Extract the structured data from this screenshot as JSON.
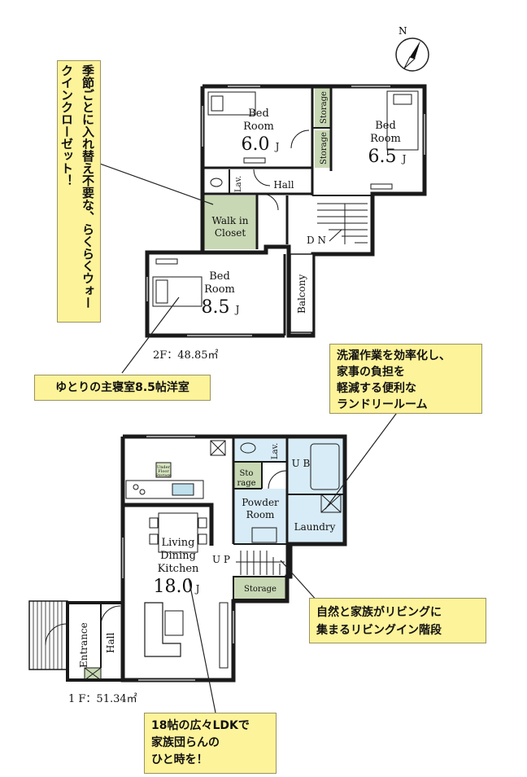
{
  "compass": {
    "north_label": "N"
  },
  "floor2": {
    "area_label": "2F：48.85㎡",
    "bed1": {
      "line1": "Bed",
      "line2": "Room",
      "size": "6.0",
      "unit": "J"
    },
    "bed2": {
      "line1": "Bed",
      "line2": "Room",
      "size": "6.5",
      "unit": "J"
    },
    "bed3": {
      "line1": "Bed",
      "line2": "Room",
      "size": "8.5",
      "unit": "J"
    },
    "storage_a": "Storage",
    "storage_b": "Storage",
    "lav": "Lav.",
    "hall": "Hall",
    "walkin_line1": "Walk in",
    "walkin_line2": "Closet",
    "dn": "D N",
    "balcony": "Balcony"
  },
  "floor1": {
    "area_label": "1 F：51.34㎡",
    "ldk_line1": "Living",
    "ldk_line2": "Dining",
    "ldk_line3": "Kitchen",
    "ldk_size": "18.0",
    "ldk_unit": "J",
    "lav": "Lav.",
    "ub": "U B",
    "sto_line1": "Sto",
    "sto_line2": "rage",
    "powder_line1": "Powder",
    "powder_line2": "Room",
    "laundry": "Laundry",
    "up": "U P",
    "storage": "Storage",
    "entrance": "Entrance",
    "hall": "Hall",
    "under_floor_line1": "Under",
    "under_floor_line2": "Floor",
    "under_floor_line3": "Storage"
  },
  "callouts": {
    "walkin": "季節ごとに入れ替え不要な、らくらくウォークインクローゼット！",
    "master_bedroom": "ゆとりの主寝室8.5帖洋室",
    "laundry_line1": "洗濯作業を効率化し、",
    "laundry_line2": "家事の負担を",
    "laundry_line3": "軽減する便利な",
    "laundry_line4": "ランドリールーム",
    "stairs_line1": "自然と家族がリビングに",
    "stairs_line2": "集まるリビングイン階段",
    "ldk_line1": "18帖の広々LDKで",
    "ldk_line2": "家族団らんの",
    "ldk_line3": "ひと時を！"
  },
  "colors": {
    "walkin_fill": "#c8d8b4",
    "storage_fill": "#c8d8b4",
    "wet_area_fill": "#d8ecf7",
    "callout_fill": "#fdf39a",
    "wall": "#1a1a1a"
  }
}
